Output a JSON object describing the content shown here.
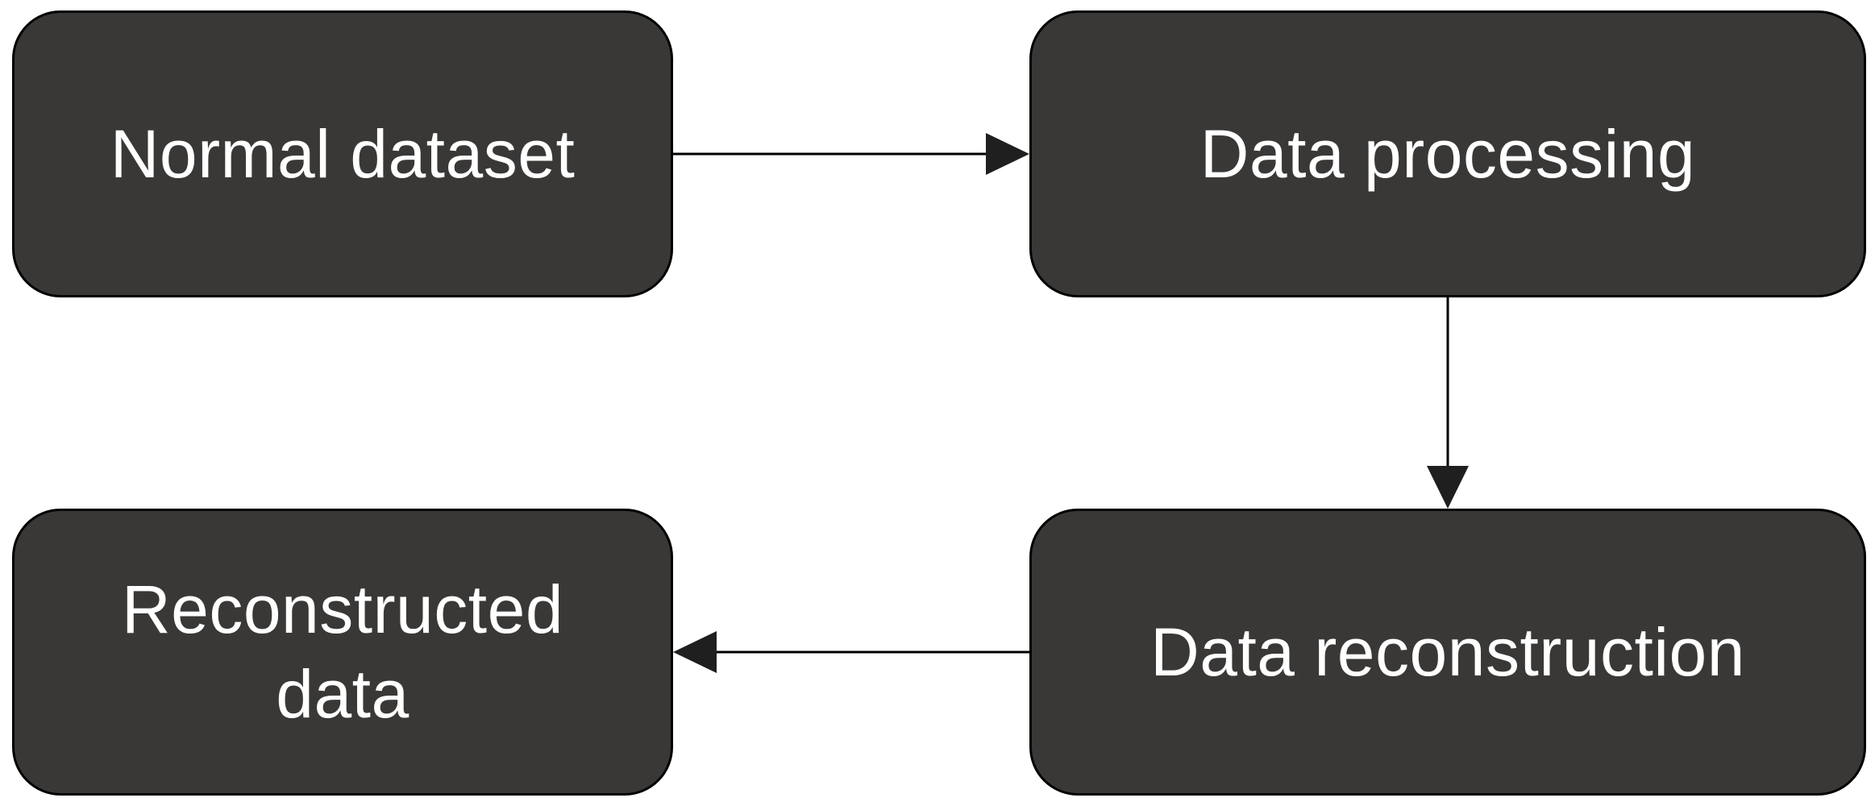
{
  "diagram": {
    "nodes": [
      {
        "id": "normal-dataset",
        "label": "Normal dataset"
      },
      {
        "id": "data-processing",
        "label": "Data processing"
      },
      {
        "id": "data-reconstruction",
        "label": "Data reconstruction"
      },
      {
        "id": "reconstructed-data",
        "label": "Reconstructed\ndata"
      }
    ],
    "edges": [
      {
        "from": "normal-dataset",
        "to": "data-processing"
      },
      {
        "from": "data-processing",
        "to": "data-reconstruction"
      },
      {
        "from": "data-reconstruction",
        "to": "reconstructed-data"
      }
    ]
  },
  "colors": {
    "node_fill": "#3a3836",
    "node_border": "#000000",
    "node_text": "#ffffff",
    "arrow": "#000000"
  }
}
